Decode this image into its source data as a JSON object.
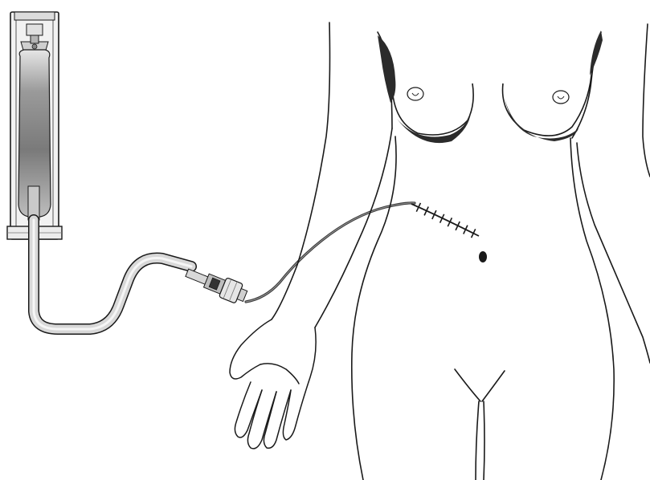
{
  "figure": {
    "colors": {
      "line": "#1a1a1a",
      "background": "#ffffff",
      "breast_shadow": "#2b2b2b",
      "bag_fill_dark": "#7a7a7a",
      "bag_fill_light": "#d9d9d9",
      "device_frame": "#f2f2f2",
      "tube_fill": "#d0d0d0",
      "catheter": "#3a3a3a",
      "connector_fill": "#e6e6e6"
    },
    "components": {
      "drainage_bag": "drainage-bag",
      "tubing": "drainage-tube",
      "connector": "catheter-connector",
      "catheter": "drainage-catheter",
      "incision": "sutured-incision",
      "body": "human-torso-outline"
    },
    "incision_stitch_count": 8
  }
}
